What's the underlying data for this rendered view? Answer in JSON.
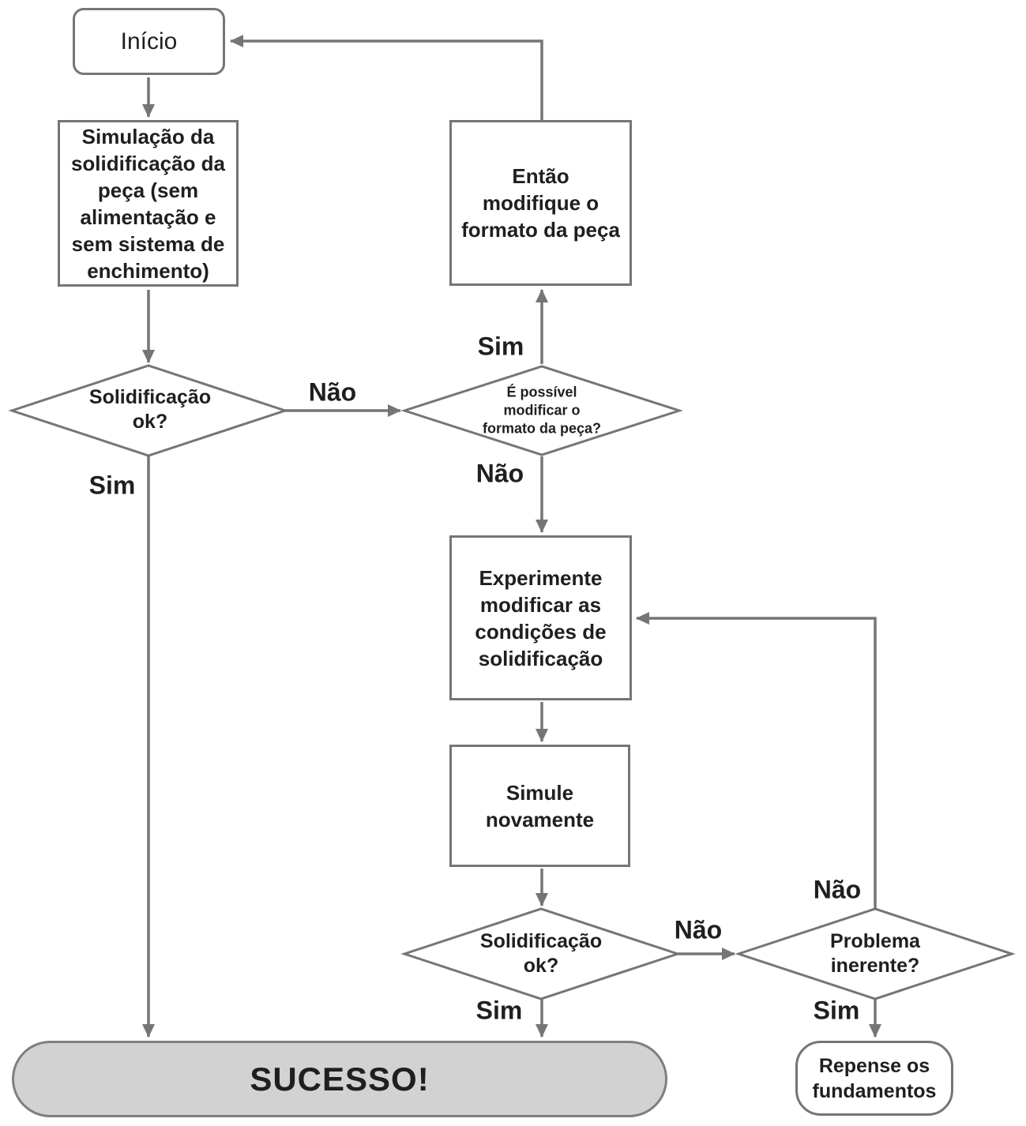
{
  "diagram": {
    "type": "flowchart",
    "language": "pt-BR",
    "colors": {
      "connector": "#757575",
      "node_border": "#757575",
      "node_fill": "#ffffff",
      "success_fill": "#d2d2d2",
      "text": "#1f1f1f"
    },
    "nodes": {
      "inicio": {
        "shape": "rounded-rect",
        "label": "Início"
      },
      "simulacao": {
        "shape": "rect",
        "label": "Simulação da\nsolidificação da\npeça (sem\nalimentação e\nsem sistema de\nenchimento)"
      },
      "entao_modifique": {
        "shape": "rect",
        "label": "Então\nmodifique o\nformato da peça"
      },
      "solidificacao_ok_1": {
        "shape": "diamond",
        "label": "Solidificação\nok?"
      },
      "e_possivel_modificar": {
        "shape": "diamond",
        "label": "É possível\nmodificar o\nformato da peça?"
      },
      "experimente_modificar": {
        "shape": "rect",
        "label": "Experimente\nmodificar as\ncondições de\nsolidificação"
      },
      "simule_novamente": {
        "shape": "rect",
        "label": "Simule\nnovamente"
      },
      "solidificacao_ok_2": {
        "shape": "diamond",
        "label": "Solidificação\nok?"
      },
      "problema_inerente": {
        "shape": "diamond",
        "label": "Problema\ninerente?"
      },
      "repense": {
        "shape": "rounded-rect",
        "label": "Repense os\nfundamentos"
      },
      "sucesso": {
        "shape": "stadium",
        "label": "SUCESSO!"
      }
    },
    "edge_labels": {
      "d1_nao": "Não",
      "d1_sim": "Sim",
      "d2_sim": "Sim",
      "d2_nao": "Não",
      "d3_nao": "Não",
      "d3_sim": "Sim",
      "d4_nao": "Não",
      "d4_sim": "Sim"
    }
  }
}
